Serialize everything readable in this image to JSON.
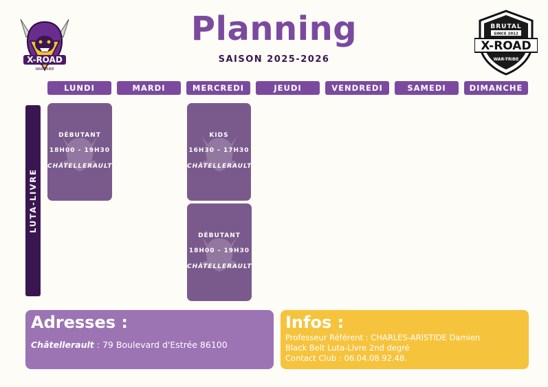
{
  "header": {
    "title": "Planning",
    "subtitle": "SAISON 2025-2026"
  },
  "logos": {
    "left_text": "X-ROAD",
    "left_sub": "WAR-TRIBE",
    "right_top": "BRUTAL",
    "right_since": "SINCE 2012",
    "right_main": "X-ROAD",
    "right_sub": "WAR-TRIBE"
  },
  "days": [
    "LUNDI",
    "MARDI",
    "MERCREDI",
    "JEUDI",
    "VENDREDI",
    "SAMEDI",
    "DIMANCHE"
  ],
  "discipline": "LUTA-LIVRE",
  "sessions": [
    {
      "level": "DÉBUTANT",
      "time": "18H00 - 19H30",
      "place": "CHÂTELLERAULT"
    },
    {
      "level": "KIDS",
      "time": "16H30 - 17H30",
      "place": "CHÂTELLERAULT"
    },
    {
      "level": "DÉBUTANT",
      "time": "18H00 - 19H30",
      "place": "CHÂTELLERAULT"
    }
  ],
  "addresses": {
    "title": "Adresses :",
    "city": "Châtellerault",
    "separator": " : ",
    "address": "79 Boulevard d'Estrée 86100"
  },
  "infos": {
    "title": "Infos :",
    "lines": [
      "Professeur Référent : CHARLES-ARISTIDE Damien",
      "Black Belt Luta-Livre 2nd degré",
      "Contact Club : 06.04.08.92.48."
    ]
  },
  "colors": {
    "purple": "#7b4a9e",
    "dark_purple": "#3a1650",
    "card": "#7a5a8c",
    "light_purple": "#9c74b4",
    "yellow": "#f6c33d"
  }
}
